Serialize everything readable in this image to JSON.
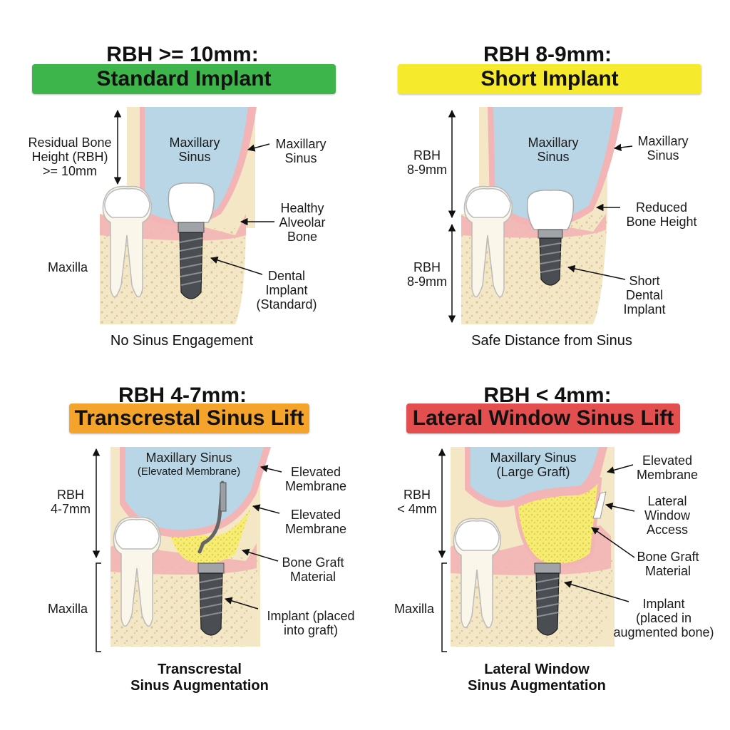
{
  "colors": {
    "standard": "#3db54a",
    "short": "#f6ea2c",
    "transcrestal": "#f4a42a",
    "lateral": "#e34f4f",
    "sinus": "#b8d6e6",
    "bone": "#f3e7c6",
    "gum": "#f2b4b4",
    "graft": "#f5ea6a"
  },
  "panels": [
    {
      "title": "RBH >= 10mm:",
      "banner": "Standard Implant",
      "left_label": "Residual Bone\nHeight (RBH)\n>= 10mm",
      "maxilla": "Maxilla",
      "sinus_inner": "Maxillary\nSinus",
      "sinus_right": "Maxillary\nSinus",
      "bone_label": "Healthy\nAlveolar\nBone",
      "implant_label": "Dental\nImplant\n(Standard)",
      "footer": "No Sinus Engagement"
    },
    {
      "title": "RBH 8-9mm:",
      "banner": "Short Implant",
      "left_label_top": "RBH\n8-9mm",
      "left_label_bottom": "RBH\n8-9mm",
      "sinus_inner": "Maxillary\nSinus",
      "sinus_right": "Maxillary\nSinus",
      "bone_label": "Reduced\nBone Height",
      "implant_label": "Short\nDental\nImplant",
      "footer": "Safe Distance from Sinus"
    },
    {
      "title": "RBH 4-7mm:",
      "banner": "Transcrestal Sinus Lift",
      "left_label": "RBH\n4-7mm",
      "maxilla": "Maxilla",
      "sinus_inner": "Maxillary Sinus",
      "sinus_inner_sub": "(Elevated Membrane)",
      "membrane_1": "Elevated\nMembrane",
      "membrane_2": "Elevated\nMembrane",
      "graft_label": "Bone Graft\nMaterial",
      "implant_label": "Implant (placed\ninto graft)",
      "footer": "Transcrestal\nSinus Augmentation"
    },
    {
      "title": "RBH < 4mm:",
      "banner": "Lateral Window Sinus Lift",
      "left_label": "RBH\n< 4mm",
      "maxilla": "Maxilla",
      "sinus_inner": "Maxillary Sinus\n(Large Graft)",
      "membrane_label": "Elevated\nMembrane",
      "window_label": "Lateral\nWindow\nAccess",
      "graft_label": "Bone Graft\nMaterial",
      "implant_label": "Implant\n(placed in\naugmented bone)",
      "footer": "Lateral Window\nSinus Augmentation"
    }
  ]
}
